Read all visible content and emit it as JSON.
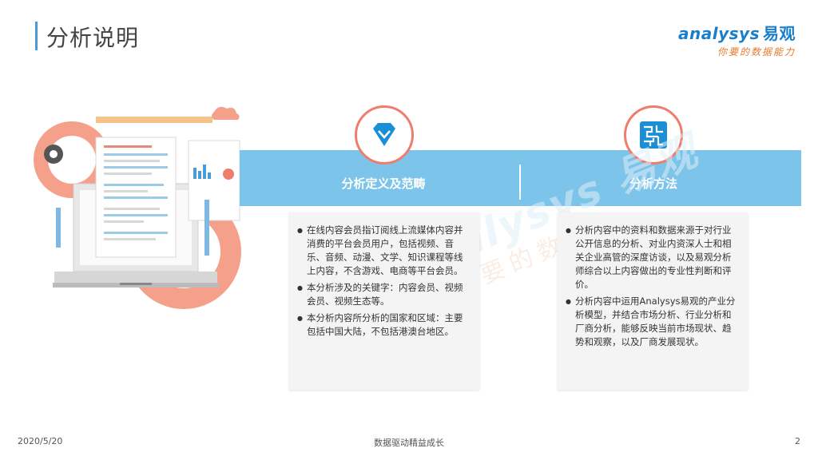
{
  "header": {
    "title": "分析说明"
  },
  "logo": {
    "brand_en": "nalysys",
    "brand_cn": "易观",
    "tagline": "你要的数据能力"
  },
  "sections": [
    {
      "title": "分析定义及范畴",
      "icon": "diamond-icon",
      "bullets": [
        "在线内容会员指订阅线上流媒体内容并消费的平台会员用户，包括视频、音乐、音频、动漫、文学、知识课程等线上内容，不含游戏、电商等平台会员。",
        "本分析涉及的关键字：内容会员、视频会员、视频生态等。",
        "本分析内容所分析的国家和区域：主要包括中国大陆，不包括港澳台地区。"
      ]
    },
    {
      "title": "分析方法",
      "icon": "maze-icon",
      "bullets": [
        "分析内容中的资料和数据来源于对行业公开信息的分析、对业内资深人士和相关企业高管的深度访谈，以及易观分析师综合以上内容做出的专业性判断和评价。",
        "分析内容中运用Analysys易观的产业分析模型，并结合市场分析、行业分析和厂商分析，能够反映当前市场现状、趋势和观察，以及厂商发展现状。"
      ]
    }
  ],
  "footer": {
    "date": "2020/5/20",
    "slogan": "数据驱动精益成长",
    "page": "2"
  },
  "colors": {
    "accent_blue": "#7cc4ea",
    "accent_coral": "#ee7d6d",
    "title_bar": "#4a9bd6"
  }
}
